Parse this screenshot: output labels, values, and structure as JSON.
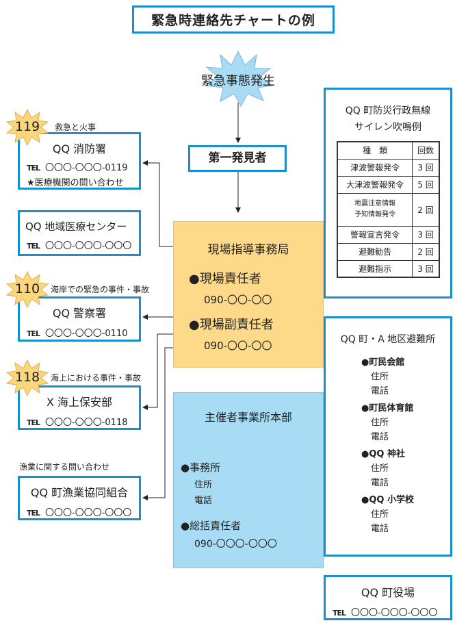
{
  "title": "緊急時連絡先チャートの例",
  "trigger": "緊急事態発生",
  "first_finder": "第一発見者",
  "hq": {
    "title": "現場指導事務局",
    "items": [
      {
        "label": "●現場責任者",
        "phone": "090-〇〇-〇〇"
      },
      {
        "label": "●現場副責任者",
        "phone": "090-〇〇-〇〇"
      }
    ]
  },
  "organizer": {
    "title": "主催者事業所本部",
    "office": "●事務所",
    "address": "住所",
    "tel": "電話",
    "manager": "●総括責任者",
    "manager_phone": "090-〇〇〇-〇〇〇"
  },
  "tel_label": "TEL",
  "contacts": [
    {
      "badge": "119",
      "note": "救急と火事",
      "name": "QQ 消防署",
      "phone": "〇〇〇-〇〇〇-0119",
      "extra": "★医療機関の問い合わせ"
    },
    {
      "name": "QQ 地域医療センター",
      "phone": "〇〇〇-〇〇〇-〇〇〇"
    },
    {
      "badge": "110",
      "note": "海岸での緊急の事件・事故",
      "name": "QQ 警察署",
      "phone": "〇〇〇-〇〇〇-0110"
    },
    {
      "badge": "118",
      "note": "海上における事件・事故",
      "name": "X 海上保安部",
      "phone": "〇〇〇-〇〇〇-0118"
    },
    {
      "note": "漁業に関する問い合わせ",
      "name": "QQ 町漁業協同組合",
      "phone": "〇〇〇-〇〇〇-〇〇〇"
    }
  ],
  "siren": {
    "title1": "QQ 町防災行政無線",
    "title2": "サイレン吹鳴例",
    "head": [
      "種　類",
      "回数"
    ],
    "rows": [
      [
        "津波警報発令",
        "3 回"
      ],
      [
        "大津波警報発令",
        "5 回"
      ],
      [
        "地震注意情報",
        "予知情報発令",
        "2 回"
      ],
      [
        "警報宣言発令",
        "3 回"
      ],
      [
        "避難勧告",
        "2 回"
      ],
      [
        "避難指示",
        "3 回"
      ]
    ]
  },
  "shelter": {
    "title": "QQ 町・A 地区避難所",
    "address": "住所",
    "tel": "電話",
    "places": [
      "●町民会館",
      "●町民体育館",
      "●QQ 神社",
      "●QQ 小学校"
    ]
  },
  "town_hall": {
    "name": "QQ 町役場",
    "phone": "〇〇〇-〇〇〇-〇〇〇"
  }
}
